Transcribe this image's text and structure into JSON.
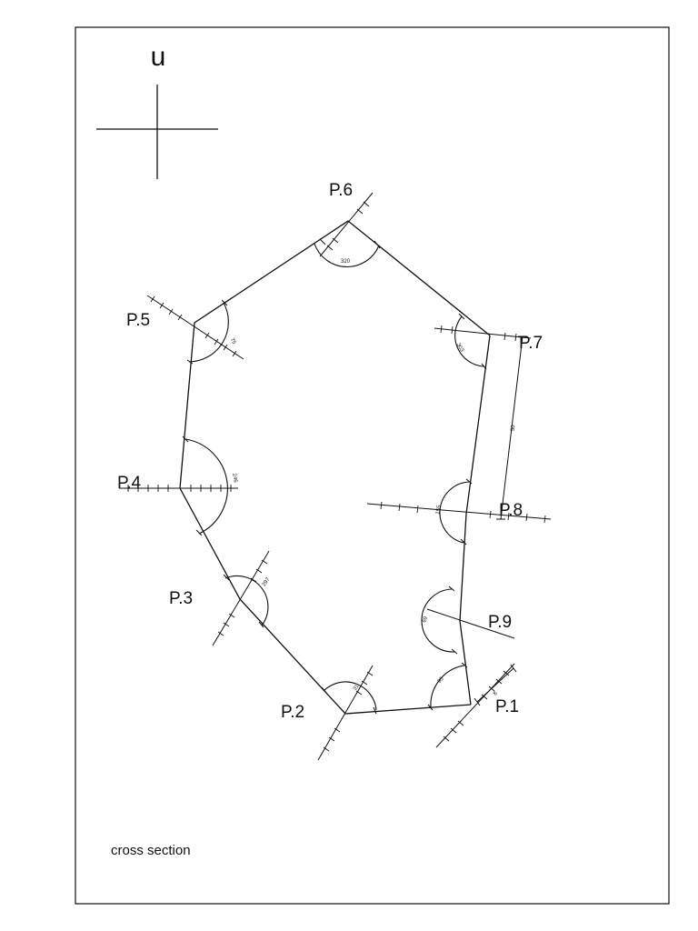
{
  "north_label": "u",
  "caption": "cross section",
  "points": [
    {
      "id": "p1",
      "label": "P.1"
    },
    {
      "id": "p2",
      "label": "P.2"
    },
    {
      "id": "p3",
      "label": "P.3"
    },
    {
      "id": "p4",
      "label": "P.4"
    },
    {
      "id": "p5",
      "label": "P.5"
    },
    {
      "id": "p6",
      "label": "P.6"
    },
    {
      "id": "p7",
      "label": "P.7"
    },
    {
      "id": "p8",
      "label": "P.8"
    },
    {
      "id": "p9",
      "label": "P.9"
    }
  ],
  "angle_labels": [
    {
      "at": "p6",
      "text": "320"
    },
    {
      "at": "p5",
      "text": "75"
    },
    {
      "at": "p4",
      "text": "246"
    },
    {
      "at": "p3",
      "text": "297"
    },
    {
      "at": "p2",
      "text": "31"
    },
    {
      "at": "p1",
      "text": "95"
    },
    {
      "at": "p9",
      "text": "69"
    },
    {
      "at": "p8",
      "text": "155"
    },
    {
      "at": "p7",
      "text": "303"
    }
  ],
  "dimension_labels": [
    {
      "between": "p7-p8",
      "text": "50"
    },
    {
      "at": "p1",
      "text": "8"
    }
  ],
  "colors": {
    "ink": "#111111",
    "paper": "#ffffff"
  }
}
